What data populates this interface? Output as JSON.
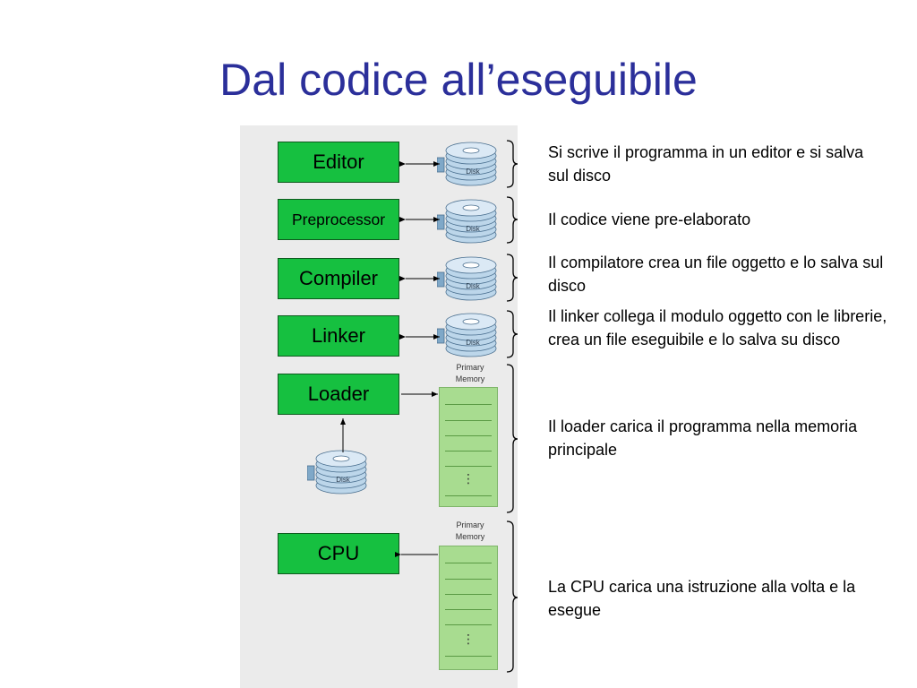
{
  "title": "Dal codice all’eseguibile",
  "stages": [
    {
      "label": "Editor"
    },
    {
      "label": "Preprocessor"
    },
    {
      "label": "Compiler"
    },
    {
      "label": "Linker"
    },
    {
      "label": "Loader"
    },
    {
      "label": "CPU"
    }
  ],
  "disk_label": "Disk",
  "memory_label_line1": "Primary",
  "memory_label_line2": "Memory",
  "descriptions": [
    "Si scrive il programma in un editor e si salva sul disco",
    "Il codice viene pre-elaborato",
    "Il compilatore crea un file oggetto e lo salva sul disco",
    "Il linker collega il modulo oggetto con le librerie, crea un file eseguibile e lo salva su disco",
    "Il loader carica il programma nella memoria principale",
    "La CPU carica una istruzione alla volta e la esegue"
  ],
  "colors": {
    "title": "#2b2f9a",
    "stage_box": "#16c040",
    "memory": "#a8dc90",
    "disk": "#a9c8e0"
  }
}
